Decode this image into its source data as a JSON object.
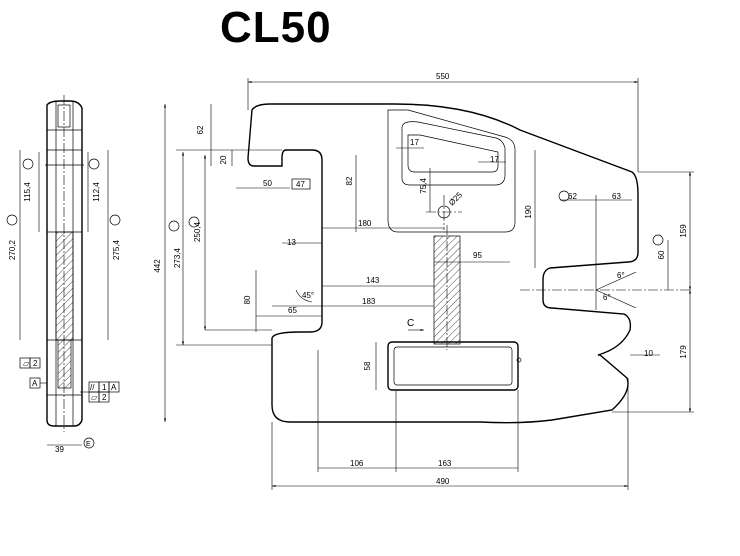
{
  "title": "CL50",
  "dims": {
    "d550": "550",
    "d62": "62",
    "d20": "20",
    "d50": "50",
    "d47": "47",
    "d82": "82",
    "d17a": "17",
    "d17b": "17",
    "d75_4": "75,4",
    "d25": "Ø25",
    "d180": "180",
    "d190": "190",
    "d62r": "62",
    "d63": "63",
    "d159": "159",
    "d60": "60",
    "d13": "13",
    "d95": "95",
    "d143": "143",
    "d45": "45°",
    "d183": "183",
    "d80": "80",
    "d65": "65",
    "d6a": "6°",
    "d6b": "6°",
    "d10": "10",
    "d179": "179",
    "d58": "58",
    "d106": "106",
    "d163": "163",
    "d490": "490",
    "d442": "442",
    "d273_4": "273,4",
    "d250_4": "250,4",
    "d115_4": "115,4",
    "d112_4": "112,4",
    "d270_2": "270,2",
    "d275_4": "275,4",
    "d39": "39",
    "sectionC": "C",
    "datumA": "A",
    "datumE": "E",
    "fc2": "2",
    "fc_par": "//",
    "fc1": "1",
    "fcA": "A",
    "fc2b": "2"
  }
}
